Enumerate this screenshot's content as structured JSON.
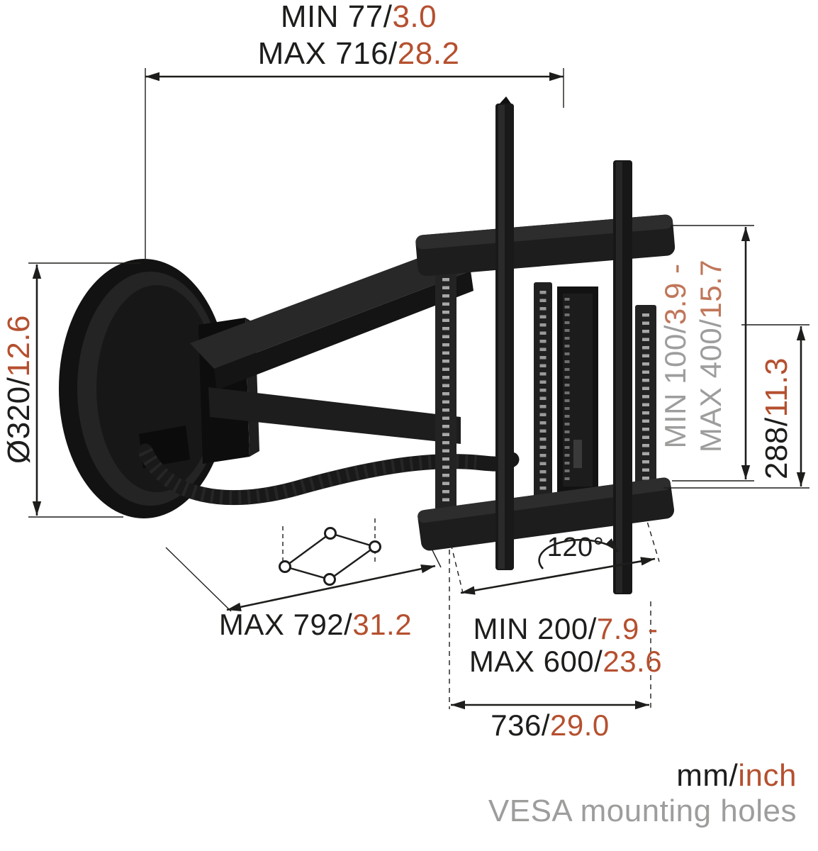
{
  "page": {
    "units": {
      "mm": "mm/",
      "inch": "inch"
    },
    "footnote": "VESA mounting holes"
  },
  "colors": {
    "mm_text": "#1d1d1b",
    "inch_text": "#b5502f",
    "gray_text": "#9d9d9c",
    "mount_black": "#1a1a1a",
    "background": "#ffffff"
  },
  "dimensions": {
    "depth_min": {
      "mm": "MIN 77/",
      "inch": "3.0"
    },
    "depth_max": {
      "mm": "MAX 716/",
      "inch": "28.2"
    },
    "wall_plate_diameter": {
      "mm": "Ø320/",
      "inch": "12.6"
    },
    "vesa_vertical_min": {
      "mm": "MIN 100/",
      "inch": "3.9 -"
    },
    "vesa_vertical_max": {
      "mm": "MAX 400/",
      "inch": "15.7"
    },
    "bracket_height": {
      "mm": "288/",
      "inch": "11.3"
    },
    "max_reach": {
      "mm": "MAX 792/",
      "inch": "31.2"
    },
    "swivel_angle": "120°",
    "vesa_horizontal_min": {
      "mm": "MIN 200/",
      "inch": "7.9 -"
    },
    "vesa_horizontal_max": {
      "mm": "MAX 600/",
      "inch": "23.6"
    },
    "bracket_width": {
      "mm": "736/",
      "inch": "29.0"
    }
  }
}
